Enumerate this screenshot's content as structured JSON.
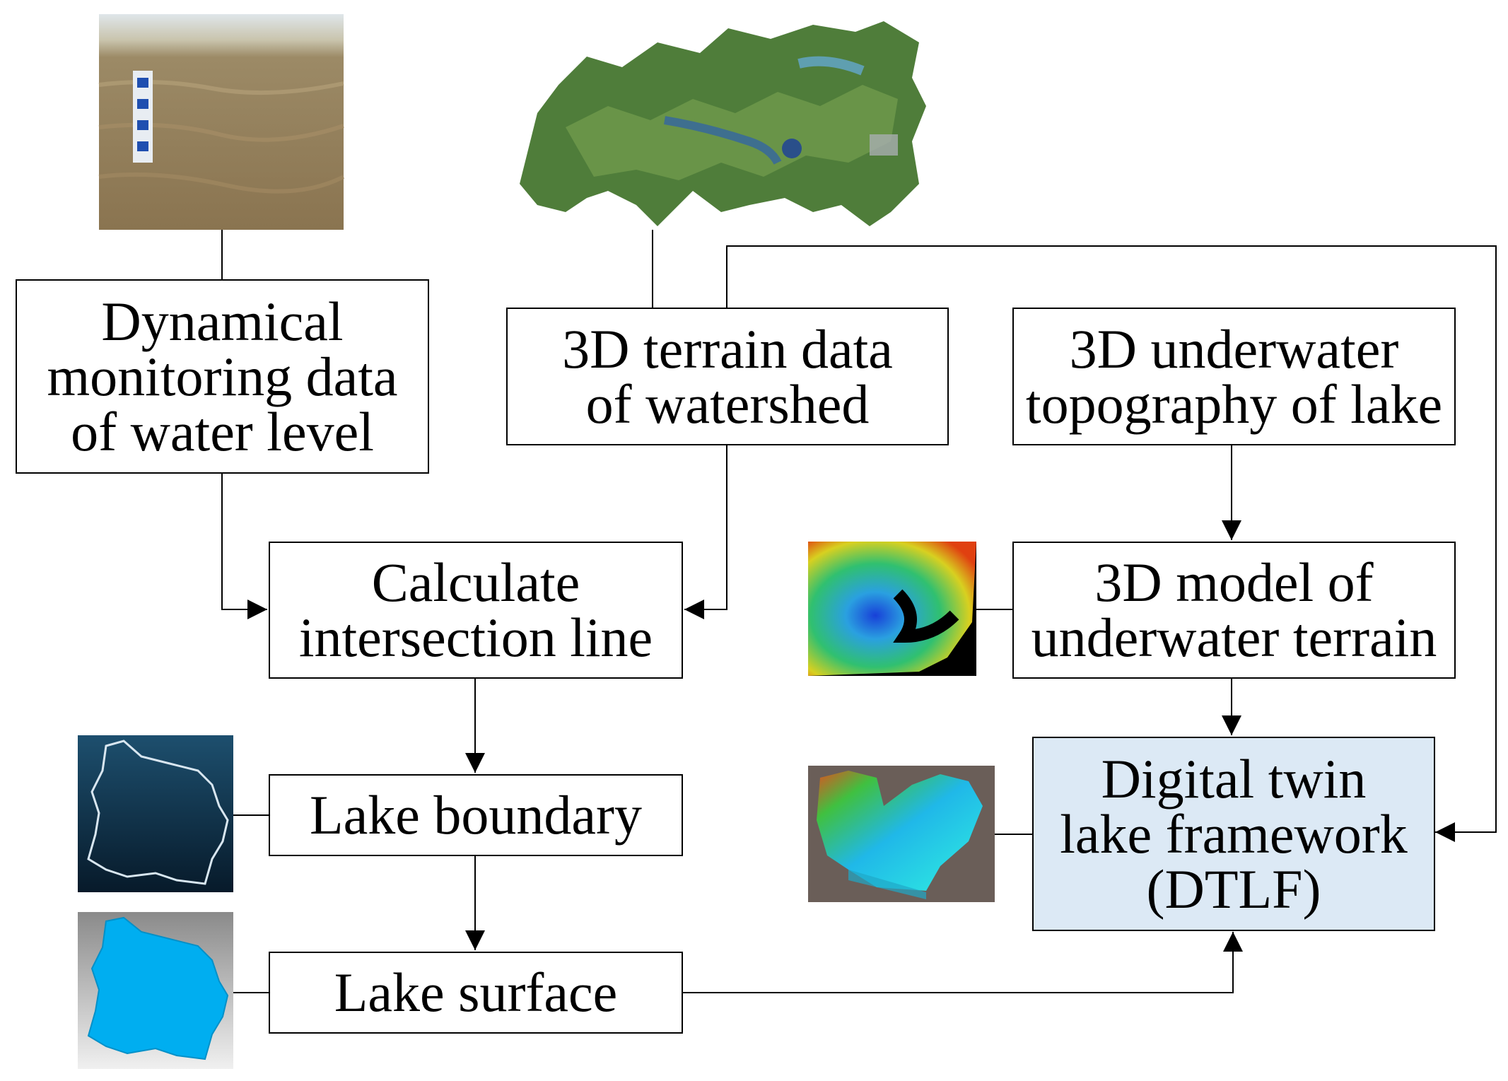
{
  "diagram": {
    "nodes": {
      "water_level": [
        "Dynamical",
        "monitoring data",
        "of water level"
      ],
      "terrain": [
        "3D terrain data",
        "of watershed"
      ],
      "underwater_topo": [
        "3D underwater",
        "topography of lake"
      ],
      "intersection": [
        "Calculate",
        "intersection line"
      ],
      "underwater_model": [
        "3D model of",
        "underwater terrain"
      ],
      "lake_boundary": [
        "Lake boundary"
      ],
      "dtlf": [
        "Digital twin",
        "lake framework",
        "(DTLF)"
      ],
      "lake_surface": [
        "Lake surface"
      ]
    },
    "images": {
      "water_gauge_photo": "water-gauge-photo",
      "watershed_terrain_image": "watershed-satellite-terrain",
      "underwater_terrain_render": "underwater-terrain-colormap",
      "lake_boundary_outline": "lake-boundary-outline",
      "lake_model_render": "lake-3d-model-colormap",
      "lake_surface_fill": "lake-surface-fill"
    },
    "colors": {
      "dtlf_fill": "#dce9f5",
      "stroke": "#000000",
      "lake_blue": "#00aef0"
    }
  }
}
